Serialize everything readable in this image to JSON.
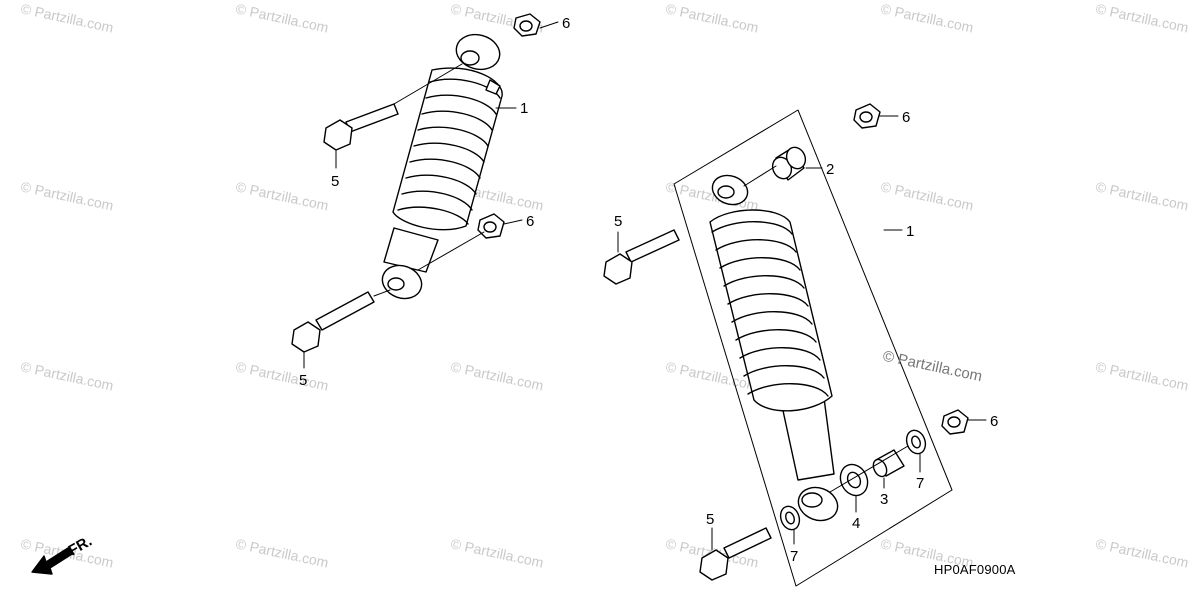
{
  "watermark": {
    "text": "© Partzilla.com"
  },
  "diagram_code": "HP0AF0900A",
  "copyright_stamp": "© Partzilla.com",
  "direction_indicator": "FR.",
  "callouts": {
    "left_shock": "1",
    "left_upper_nut": "6",
    "left_lower_nut": "6",
    "left_upper_bolt": "5",
    "left_lower_bolt": "5",
    "right_shock": "1",
    "right_upper_nut": "6",
    "right_upper_bushing": "2",
    "right_upper_bolt": "5",
    "right_lower_nut": "6",
    "right_lower_collar": "3",
    "right_lower_bushing": "4",
    "right_lower_seal_outer": "7",
    "right_lower_seal_inner": "7",
    "right_lower_bolt": "5"
  }
}
